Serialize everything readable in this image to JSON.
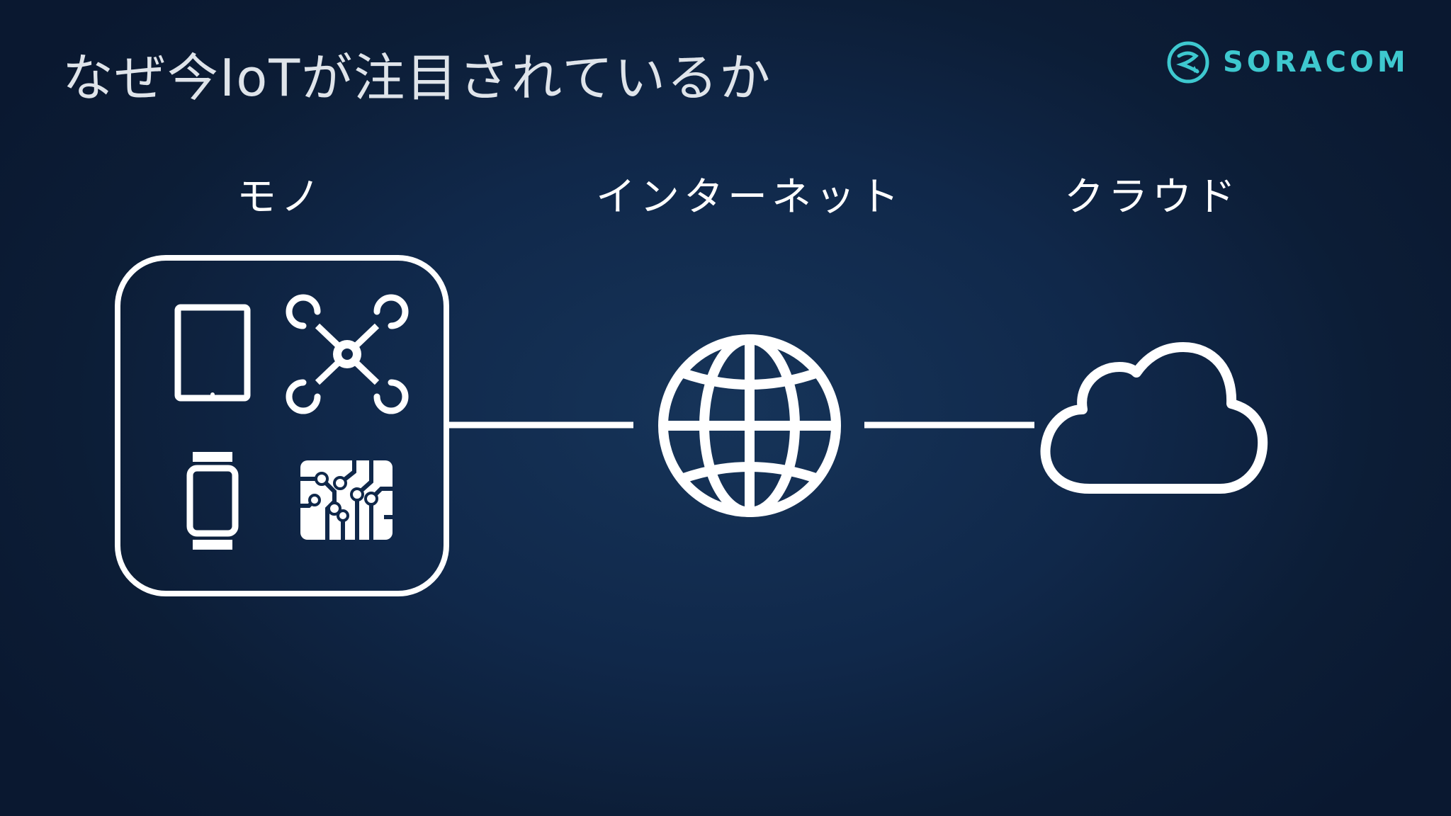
{
  "title": "なぜ今IoTが注目されているか",
  "brand": {
    "name": "SORACOM",
    "accent_color": "#3ec8cf"
  },
  "labels": {
    "things": "モノ",
    "internet": "インターネット",
    "cloud": "クラウド"
  },
  "icons": {
    "things": [
      "tablet-icon",
      "drone-icon",
      "smartwatch-icon",
      "chip-icon"
    ],
    "internet": "globe-icon",
    "cloud": "cloud-icon"
  },
  "colors": {
    "background": "#10284a",
    "foreground": "#ffffff",
    "title": "#dfe4ea"
  }
}
